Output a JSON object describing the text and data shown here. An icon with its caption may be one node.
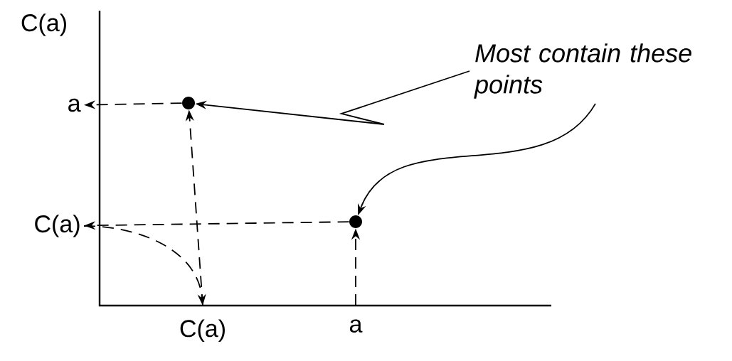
{
  "diagram": {
    "nodes": [
      {
        "text": [
          "Most contain these points"
        ]
      },
      {
        "text": [],
        "shape": "circle"
      },
      {
        "text": [],
        "shape": "circle"
      },
      {
        "text": [
          "a"
        ]
      },
      {
        "text": [
          "C(a)"
        ]
      },
      {
        "text": [
          "C(a)"
        ]
      },
      {
        "text": [
          "a"
        ]
      }
    ],
    "edges": [
      {
        "from": 0,
        "to": 1,
        "arrow": "to"
      },
      {
        "from": 0,
        "to": 2,
        "arrow": "to"
      },
      {
        "from": 6,
        "to": 2,
        "arrow": "to",
        "style": "dashed"
      },
      {
        "from": 2,
        "to": 4,
        "arrow": "to",
        "style": "dashed"
      },
      {
        "from": 4,
        "to": 5,
        "arrow": "to",
        "style": "dashed"
      },
      {
        "from": 5,
        "to": 1,
        "arrow": "to",
        "style": "dashed"
      },
      {
        "from": 1,
        "to": 3,
        "arrow": "to",
        "style": "dashed"
      }
    ],
    "labels": [
      "C(a)"
    ]
  }
}
